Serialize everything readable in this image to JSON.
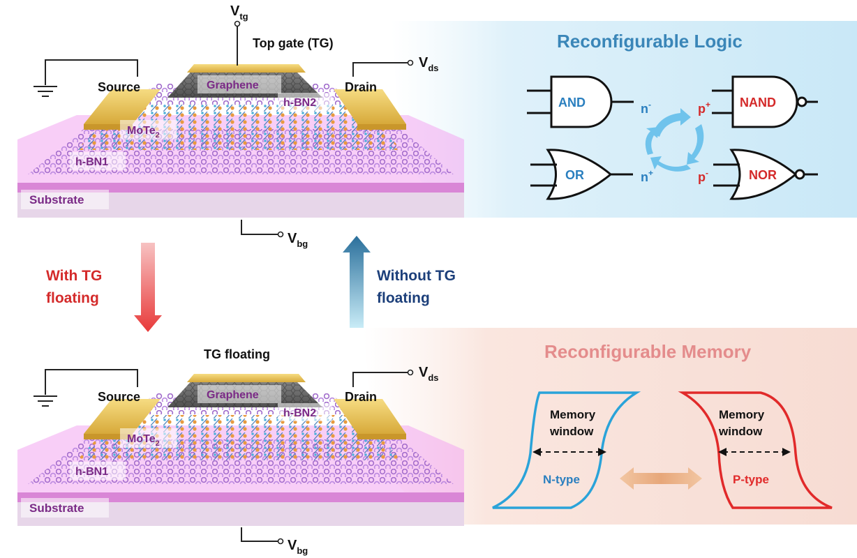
{
  "top_device": {
    "vtg": {
      "main": "V",
      "sub": "tg"
    },
    "top_gate_label": "Top gate (TG)",
    "source_label": "Source",
    "drain_label": "Drain",
    "vds": {
      "main": "V",
      "sub": "ds"
    },
    "graphene_label": "Graphene",
    "hbn2_label": "h-BN2",
    "mote2": {
      "main": "MoTe",
      "sub": "2"
    },
    "hbn1_label": "h-BN1",
    "substrate_label": "Substrate",
    "vbg": {
      "main": "V",
      "sub": "bg"
    }
  },
  "bottom_device": {
    "tg_floating_label": "TG floating",
    "source_label": "Source",
    "drain_label": "Drain",
    "vds": {
      "main": "V",
      "sub": "ds"
    },
    "graphene_label": "Graphene",
    "hbn2_label": "h-BN2",
    "mote2": {
      "main": "MoTe",
      "sub": "2"
    },
    "hbn1_label": "h-BN1",
    "substrate_label": "Substrate",
    "vbg": {
      "main": "V",
      "sub": "bg"
    }
  },
  "transitions": {
    "down": {
      "line1": "With TG",
      "line2": "floating",
      "color": "#d42a2a"
    },
    "up": {
      "line1": "Without TG",
      "line2": "floating",
      "color": "#1c3f7a"
    }
  },
  "logic_panel": {
    "title": "Reconfigurable Logic",
    "title_color": "#3a86b8",
    "gates": {
      "and": "AND",
      "or": "OR",
      "nand": "NAND",
      "nor": "NOR"
    },
    "cycle": {
      "n_minus": {
        "main": "n",
        "sup": "-"
      },
      "p_plus": {
        "main": "p",
        "sup": "+"
      },
      "n_plus": {
        "main": "n",
        "sup": "+"
      },
      "p_minus": {
        "main": "p",
        "sup": "-"
      }
    },
    "n_color": "#2a7fbf",
    "p_color": "#d42a2a"
  },
  "memory_panel": {
    "title": "Reconfigurable Memory",
    "title_color": "#e48c8c",
    "left": {
      "line1": "Memory",
      "line2": "window",
      "type_label": "N-type",
      "color": "#2aa3d9"
    },
    "right": {
      "line1": "Memory",
      "line2": "window",
      "type_label": "P-type",
      "color": "#e12a2a"
    }
  }
}
